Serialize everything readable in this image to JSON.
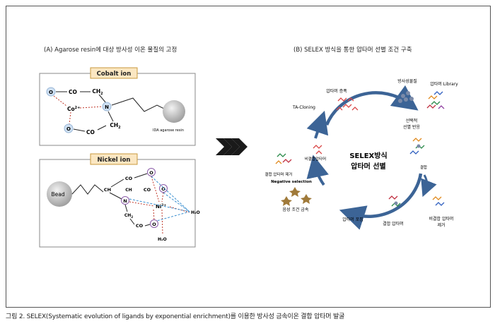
{
  "panel_a": {
    "title": "(A) Agarose resin에 대상 방사성 이온 물질의 고정",
    "cobalt": {
      "label": "Cobalt ion",
      "o1": "O",
      "co1": "CO",
      "ch2a": "CH",
      "ch2a_sub": "2",
      "metal": "Co",
      "metal_sup": "2+",
      "n": "N",
      "o2": "O",
      "co2": "CO",
      "ch2b": "CH",
      "ch2b_sub": "2",
      "resin": "IDA agarose resin"
    },
    "nickel": {
      "label": "Nickel ion",
      "bead": "Bead",
      "co_top": "CO",
      "o_top": "O",
      "ch": "CH",
      "ch2_mid": "CH",
      "co_mid": "CO",
      "o_mid": "O",
      "n": "N",
      "metal": "Ni",
      "metal_sup": "2+",
      "h2o_right": "H₂O",
      "ch2_low": "CH",
      "ch2_low_sub": "2",
      "co_low": "CO",
      "o_low": "O",
      "h2o_bottom": "H₂O"
    }
  },
  "panel_b": {
    "title": "(B) SELEX 방식을 통한 압타머 선별 조건 구축",
    "center_line1": "SELEX방식",
    "center_line2": "압타머 선별",
    "labels": {
      "amplify": "압타머 증폭",
      "radioactive": "방사성물질",
      "library": "압타머 Library",
      "selective": "선택적",
      "selective2": "선별 반응",
      "binding": "결합",
      "unbound_remove": "비결합 압타머",
      "unbound_remove2": "제거",
      "bound": "결합 압타머",
      "capture": "압타머 포집",
      "competing": "음성 조건 금속",
      "negative": "Negative selection",
      "bound_remove": "결합 압타머 제거",
      "unbound": "비결합압타머",
      "cloning": "TA-Cloning"
    }
  },
  "caption": "그림 2. SELEX(Systematic evolution of ligands by exponential enrichment)를 이용한 방사성 금속이온 결합 압타머 발굴"
}
